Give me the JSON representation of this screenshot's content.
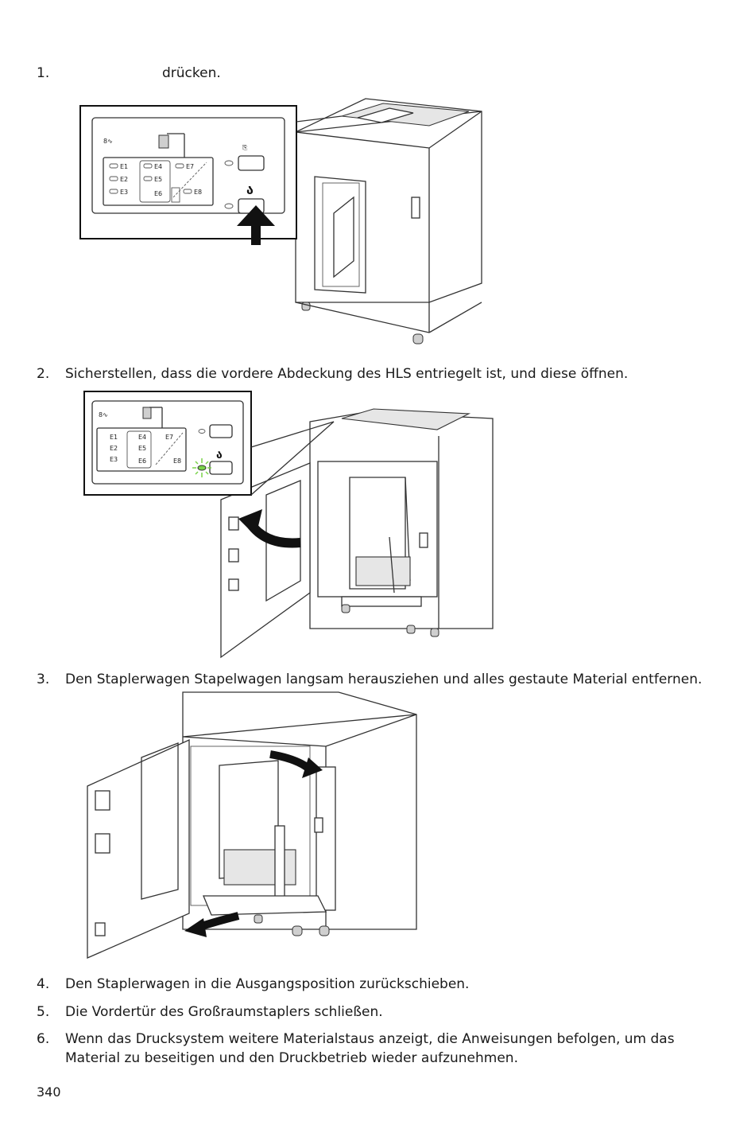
{
  "steps": [
    {
      "num": "1.",
      "text": "drücken."
    },
    {
      "num": "2.",
      "text": "Sicherstellen, dass die vordere Abdeckung des HLS entriegelt ist, und diese öffnen."
    },
    {
      "num": "3.",
      "text": "Den Staplerwagen Stapelwagen langsam herausziehen und alles gestaute Material entfernen."
    },
    {
      "num": "4.",
      "text": "Den Staplerwagen in die Ausgangsposition zurückschieben."
    },
    {
      "num": "5.",
      "text": "Die Vordertür des Großraumstaplers schließen."
    },
    {
      "num": "6.",
      "text_line1": "Wenn das Drucksystem weitere Materialstaus anzeigt, die Anweisungen befolgen, um das",
      "text_line2": "Material zu beseitigen und den Druckbetrieb wieder aufzunehmen."
    }
  ],
  "panel_labels": {
    "e1": "E1",
    "e2": "E2",
    "e3": "E3",
    "e4": "E4",
    "e5": "E5",
    "e6": "E6",
    "e7": "E7",
    "e8": "E8"
  },
  "page_number": "340"
}
